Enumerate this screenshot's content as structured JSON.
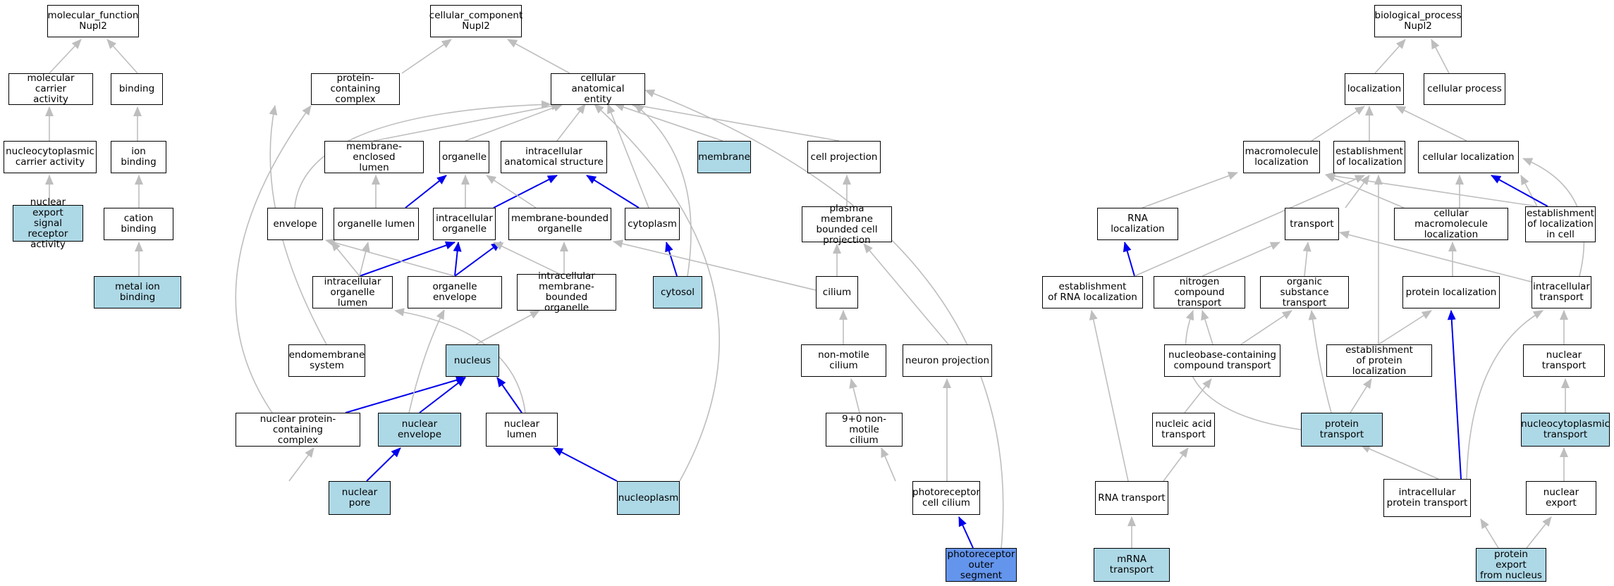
{
  "colors": {
    "edge_default": "#bebebe",
    "edge_highlight": "#0000ee",
    "node_highlight": "#add8e6",
    "node_focus": "#6495ed"
  },
  "nodes": {
    "mf_root": "molecular_function\nNupl2",
    "molecular_carrier_activity": "molecular carrier\nactivity",
    "binding": "binding",
    "nucleocytoplasmic_carrier_activity": "nucleocytoplasmic\ncarrier activity",
    "ion_binding": "ion binding",
    "nuclear_export_signal_receptor_activity": "nuclear export\nsignal receptor\nactivity",
    "cation_binding": "cation binding",
    "metal_ion_binding": "metal ion binding",
    "cc_root": "cellular_component\nNupl2",
    "protein_containing_complex": "protein-containing\ncomplex",
    "cellular_anatomical_entity": "cellular anatomical\nentity",
    "membrane_enclosed_lumen": "membrane-enclosed\nlumen",
    "organelle": "organelle",
    "intracellular_anatomical_structure": "intracellular\nanatomical structure",
    "membrane": "membrane",
    "cell_projection": "cell projection",
    "envelope": "envelope",
    "organelle_lumen": "organelle lumen",
    "intracellular_organelle": "intracellular\norganelle",
    "membrane_bounded_organelle": "membrane-bounded\norganelle",
    "cytoplasm": "cytoplasm",
    "plasma_membrane_bounded_cell_projection": "plasma membrane\nbounded cell\nprojection",
    "intracellular_organelle_lumen": "intracellular\norganelle lumen",
    "organelle_envelope": "organelle envelope",
    "intracellular_membrane_bounded_organelle": "intracellular\nmembrane-bounded\norganelle",
    "cytosol": "cytosol",
    "cilium": "cilium",
    "endomembrane_system": "endomembrane\nsystem",
    "nucleus": "nucleus",
    "non_motile_cilium": "non-motile cilium",
    "neuron_projection": "neuron projection",
    "nuclear_protein_containing_complex": "nuclear protein-containing\ncomplex",
    "nuclear_envelope": "nuclear envelope",
    "nuclear_lumen": "nuclear lumen",
    "nine_plus_zero_non_motile_cilium": "9+0 non-motile\ncilium",
    "nuclear_pore": "nuclear pore",
    "nucleoplasm": "nucleoplasm",
    "photoreceptor_cell_cilium": "photoreceptor\ncell cilium",
    "photoreceptor_outer_segment": "photoreceptor\nouter segment",
    "bp_root": "biological_process\nNupl2",
    "localization": "localization",
    "cellular_process": "cellular process",
    "macromolecule_localization": "macromolecule\nlocalization",
    "establishment_of_localization": "establishment\nof localization",
    "cellular_localization": "cellular localization",
    "rna_localization": "RNA localization",
    "transport": "transport",
    "cellular_macromolecule_localization": "cellular macromolecule\nlocalization",
    "establishment_of_localization_in_cell": "establishment\nof localization\nin cell",
    "establishment_of_rna_localization": "establishment\nof RNA localization",
    "nitrogen_compound_transport": "nitrogen compound\ntransport",
    "organic_substance_transport": "organic substance\ntransport",
    "protein_localization": "protein localization",
    "intracellular_transport": "intracellular\ntransport",
    "nucleobase_containing_compound_transport": "nucleobase-containing\ncompound transport",
    "establishment_of_protein_localization": "establishment\nof protein localization",
    "nuclear_transport": "nuclear transport",
    "nucleic_acid_transport": "nucleic acid\ntransport",
    "protein_transport": "protein transport",
    "nucleocytoplasmic_transport": "nucleocytoplasmic\ntransport",
    "rna_transport": "RNA transport",
    "intracellular_protein_transport": "intracellular\nprotein transport",
    "nuclear_export": "nuclear export",
    "mrna_transport": "mRNA transport",
    "protein_export_from_nucleus": "protein export\nfrom nucleus"
  }
}
